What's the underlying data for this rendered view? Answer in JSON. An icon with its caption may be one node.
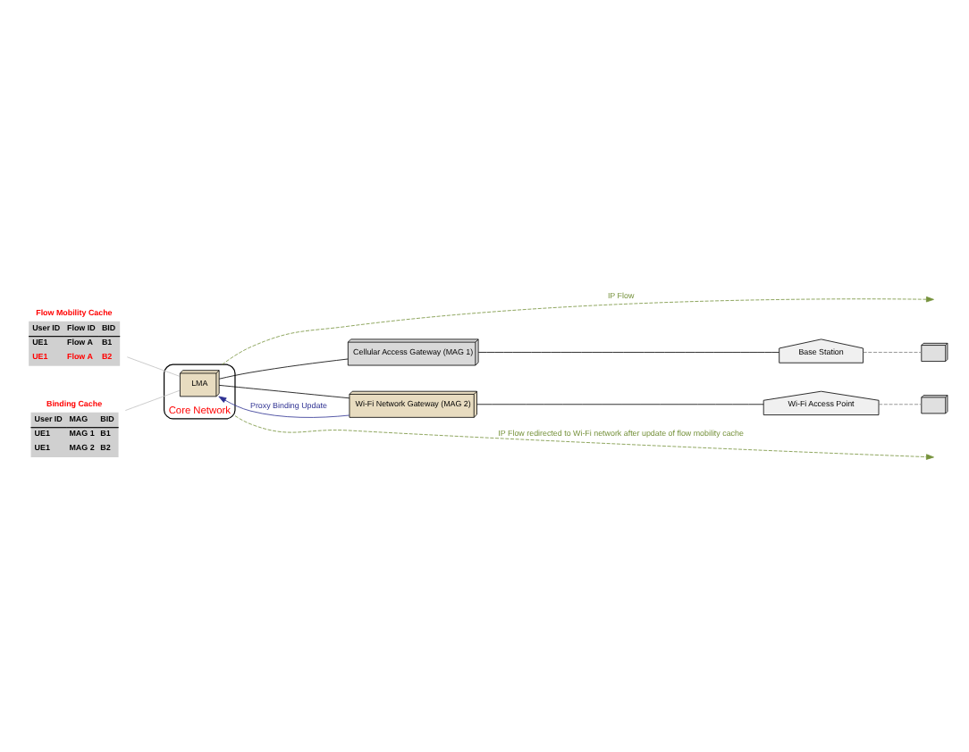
{
  "diagram": {
    "nodes": [
      {
        "text": [
          "Core Network"
        ]
      },
      {
        "text": [
          "LMA"
        ],
        "in": 0
      },
      {
        "text": [
          "Flow Mobility Cache",
          "User ID",
          "Flow ID",
          "BID",
          "UE1",
          "Flow A",
          "B1",
          "UE1",
          "Flow A",
          "B2"
        ]
      },
      {
        "text": [
          "Binding Cache",
          "User ID",
          "MAG",
          "BID",
          "UE1",
          "MAG 1",
          "B1",
          "UE1",
          "MAG 2",
          "B2"
        ]
      },
      {
        "text": [
          "Cellular Access Gateway (MAG 1)"
        ]
      },
      {
        "text": [
          "Base Station"
        ]
      },
      {
        "text": [],
        "shape": "laptop"
      },
      {
        "text": [
          "Wi-Fi Network Gateway (MAG 2)"
        ]
      },
      {
        "text": [
          "Wi-Fi Access Point"
        ]
      },
      {
        "text": [],
        "shape": "laptop"
      }
    ],
    "edges": [
      {
        "from": 2,
        "to": 1,
        "arrow": "none",
        "color": "#c0c0c0"
      },
      {
        "from": 3,
        "to": 1,
        "arrow": "none",
        "color": "#c0c0c0"
      },
      {
        "from": 1,
        "to": 4,
        "arrow": "none"
      },
      {
        "from": 4,
        "to": 5,
        "arrow": "none"
      },
      {
        "from": 5,
        "to": 6,
        "arrow": "none",
        "style": "dashed",
        "color": "#808080"
      },
      {
        "from": 1,
        "to": 7,
        "arrow": "none"
      },
      {
        "from": 7,
        "to": 8,
        "arrow": "none"
      },
      {
        "from": 8,
        "to": 9,
        "arrow": "none",
        "style": "dashed",
        "color": "#808080"
      },
      {
        "from": 0,
        "to": null,
        "arrow": "to",
        "label": "IP Flow",
        "style": "dashed",
        "color": "#76923c"
      },
      {
        "from": 7,
        "to": 1,
        "arrow": "to",
        "label": "Proxy Binding Update",
        "color": "#2e3192"
      },
      {
        "from": 0,
        "to": null,
        "arrow": "to",
        "label": "IP Flow redirected to Wi-Fi network after update of flow mobility cache",
        "style": "dashed",
        "color": "#76923c"
      }
    ]
  }
}
